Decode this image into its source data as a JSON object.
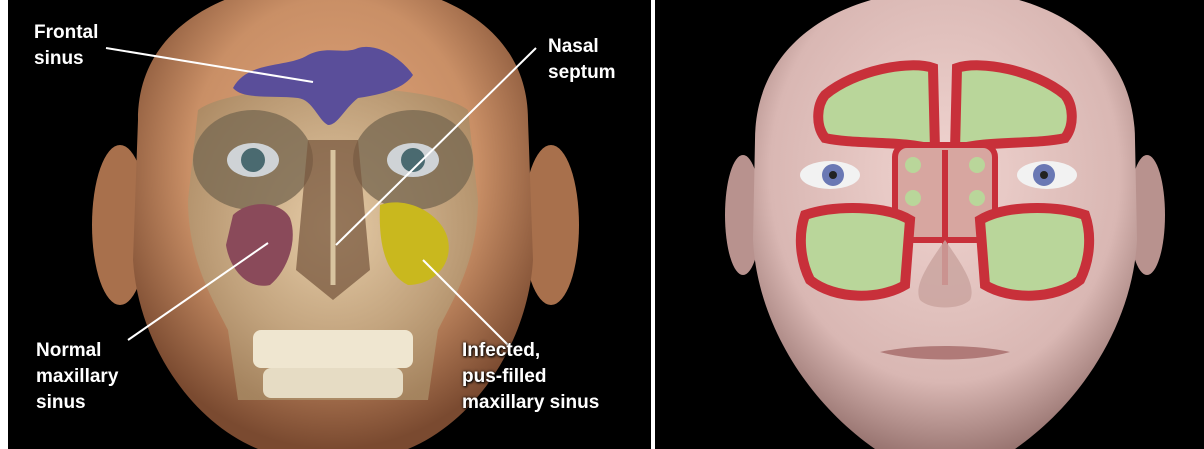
{
  "left_panel": {
    "labels": {
      "frontal_sinus": "Frontal\nsinus",
      "nasal_septum": "Nasal\nseptum",
      "normal_maxillary_sinus": "Normal\nmaxillary\nsinus",
      "infected_maxillary_sinus": "Infected,\npus-filled\nmaxillary sinus"
    }
  },
  "colors": {
    "background": "#000000",
    "skin_left": "#c98f66",
    "frontal_sinus": "#5a4e9a",
    "normal_sinus": "#8a4a5a",
    "infected_sinus": "#c9b81e",
    "skin_right": "#d9b7b3",
    "sinus_outline": "#c8303a",
    "sinus_fill": "#b9d69a"
  }
}
